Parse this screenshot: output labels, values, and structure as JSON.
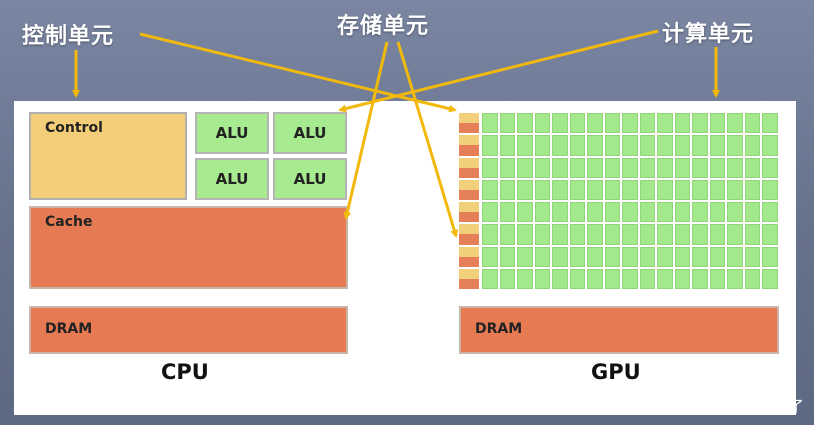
{
  "labels": {
    "control_unit": "控制单元",
    "storage_unit": "存储单元",
    "compute_unit": "计算单元"
  },
  "cpu": {
    "control": "Control",
    "alu": [
      "ALU",
      "ALU",
      "ALU",
      "ALU"
    ],
    "cache": "Cache",
    "dram": "DRAM",
    "name": "CPU"
  },
  "gpu": {
    "dram": "DRAM",
    "name": "GPU",
    "grid_rows": 8,
    "grid_cols": 17
  },
  "watermark": "CSDN @HUI 别摸鱼了",
  "colors": {
    "arrow": "#f2b90d",
    "alu_green": "#a7ea8f",
    "control_yellow": "#f4cd78",
    "cache_orange": "#e67a52",
    "gpu_cell_green": "#a4e88c",
    "gpu_ctrl_yellow": "#f2cf7a",
    "gpu_cache_orange": "#e57f57"
  }
}
